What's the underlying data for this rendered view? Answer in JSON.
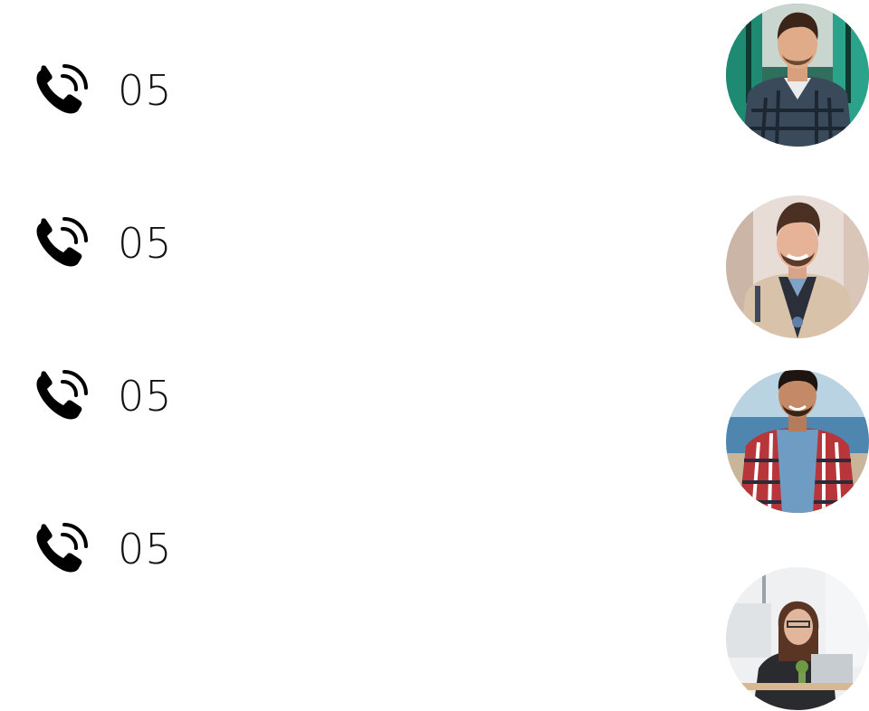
{
  "contacts": [
    {
      "call_count": "05",
      "avatar_icon": "person-plaid-shirt-avatar"
    },
    {
      "call_count": "05",
      "avatar_icon": "person-smiling-trench-coat-avatar"
    },
    {
      "call_count": "05",
      "avatar_icon": "person-beach-plaid-shirt-avatar"
    },
    {
      "call_count": "05",
      "avatar_icon": "person-woman-laptop-avatar"
    }
  ],
  "colors": {
    "background": "#ffffff",
    "text": "#111111",
    "icon": "#000000"
  }
}
